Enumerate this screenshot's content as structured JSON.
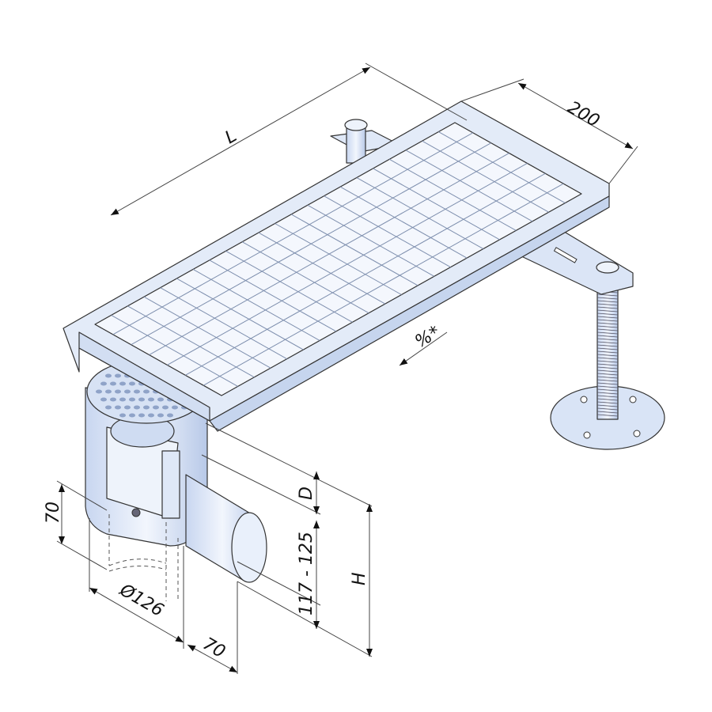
{
  "dimensions": {
    "length": "L",
    "width": "200",
    "slope": "%*",
    "depth": "D",
    "outlet_height": "117 - 125",
    "total_height": "H",
    "outlet_offset": "70",
    "diameter": "Ø126",
    "pipe_offset": "70"
  },
  "colors": {
    "body": "#dde8f8",
    "shade": "#b7c8e6",
    "line": "#333333"
  }
}
